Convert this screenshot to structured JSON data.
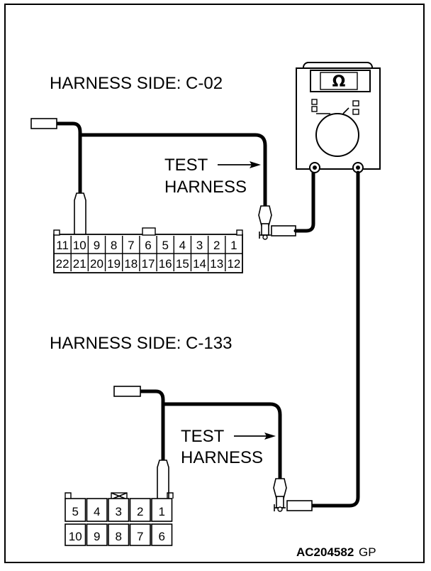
{
  "labels": {
    "harness_side_1": "HARNESS SIDE: C-02",
    "harness_side_2": "HARNESS SIDE: C-133",
    "test_1": "TEST",
    "harness_1": "HARNESS",
    "test_2": "TEST",
    "harness_2": "HARNESS",
    "figure_code": "AC204582",
    "figure_suffix": "GP"
  },
  "meter": {
    "symbol": "Ω"
  },
  "connector_c02": {
    "top_row": [
      "11",
      "10",
      "9",
      "8",
      "7",
      "6",
      "5",
      "4",
      "3",
      "2",
      "1"
    ],
    "bottom_row": [
      "22",
      "21",
      "20",
      "19",
      "18",
      "17",
      "16",
      "15",
      "14",
      "13",
      "12"
    ]
  },
  "connector_c133": {
    "top_row": [
      "5",
      "4",
      "3",
      "2",
      "1"
    ],
    "bottom_row": [
      "10",
      "9",
      "8",
      "7",
      "6"
    ]
  }
}
